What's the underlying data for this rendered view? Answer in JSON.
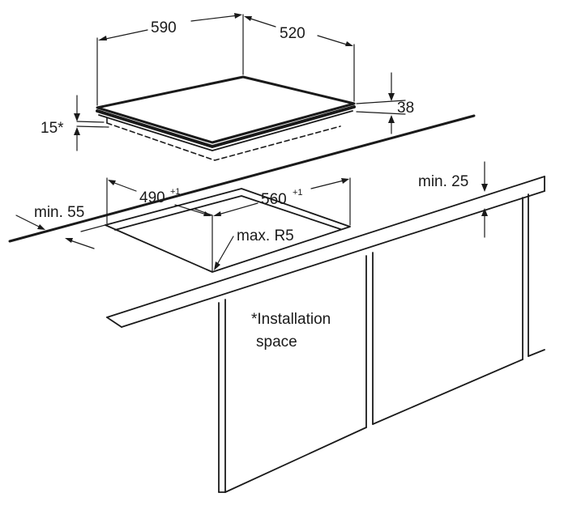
{
  "hob": {
    "width_label": "590",
    "depth_label": "520",
    "height_label": "38",
    "recess_label": "15*"
  },
  "cutout": {
    "width_label": "490",
    "width_tolerance": "+1",
    "depth_label": "560",
    "depth_tolerance": "+1",
    "front_margin_label": "min. 55",
    "radius_label": "max. R5"
  },
  "worktop": {
    "wall_clearance_label": "min. 25"
  },
  "cabinet": {
    "note_line1": "*Installation",
    "note_line2": "space"
  },
  "colors": {
    "line": "#1a1a1a",
    "background": "#ffffff"
  }
}
